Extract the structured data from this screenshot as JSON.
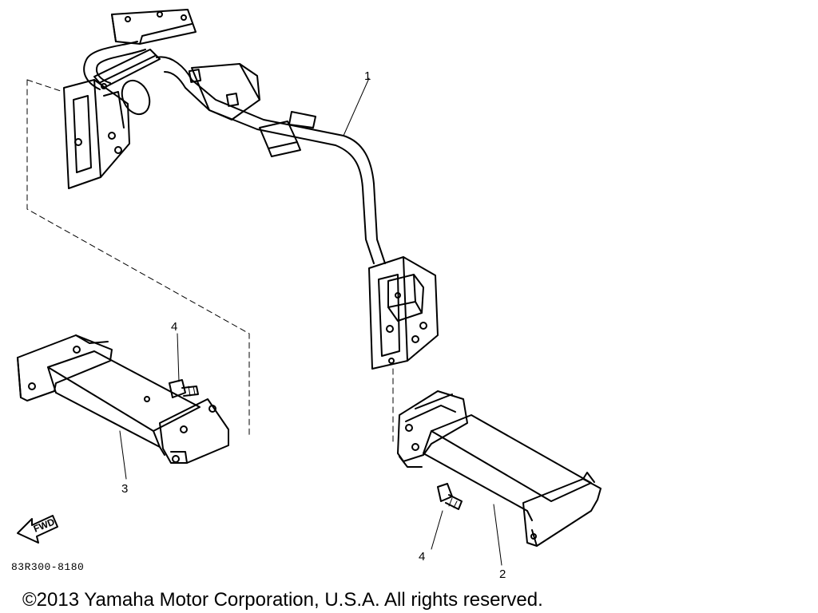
{
  "diagram": {
    "callouts": {
      "part_1": "1",
      "part_2": "2",
      "part_3": "3",
      "part_4_left": "4",
      "part_4_right": "4"
    },
    "fwd_label": "FWD",
    "drawing_code": "83R300-8180",
    "copyright": "©2013 Yamaha Motor Corporation, U.S.A. All rights reserved."
  }
}
